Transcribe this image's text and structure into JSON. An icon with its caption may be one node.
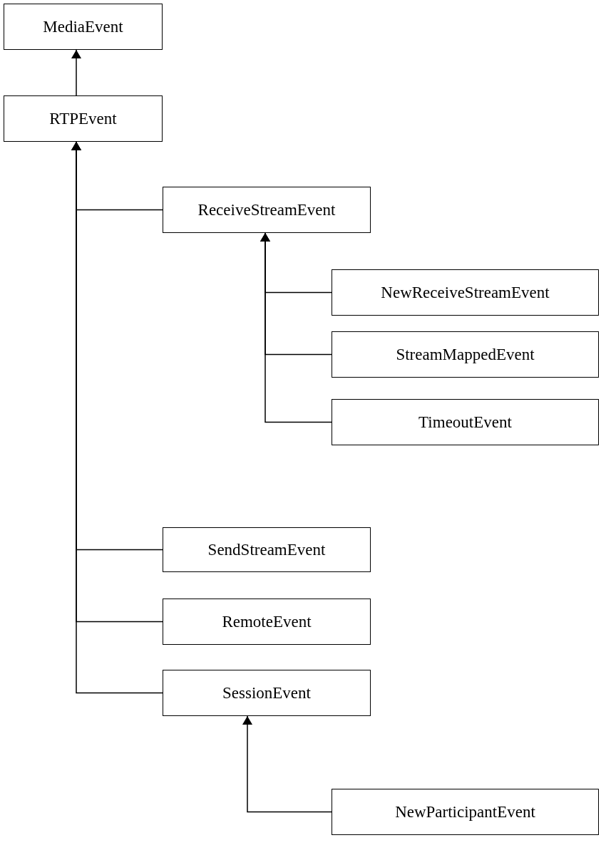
{
  "diagram": {
    "nodes": [
      {
        "text": [
          "MediaEvent"
        ]
      },
      {
        "text": [
          "RTPEvent"
        ]
      },
      {
        "text": [
          "ReceiveStreamEvent"
        ]
      },
      {
        "text": [
          "NewReceiveStreamEvent"
        ]
      },
      {
        "text": [
          "StreamMappedEvent"
        ]
      },
      {
        "text": [
          "TimeoutEvent"
        ]
      },
      {
        "text": [
          "SendStreamEvent"
        ]
      },
      {
        "text": [
          "RemoteEvent"
        ]
      },
      {
        "text": [
          "SessionEvent"
        ]
      },
      {
        "text": [
          "NewParticipantEvent"
        ]
      }
    ],
    "edges": [
      {
        "from": 1,
        "to": 0,
        "arrow": "to"
      },
      {
        "from": 2,
        "to": 1,
        "arrow": "to"
      },
      {
        "from": 3,
        "to": 2,
        "arrow": "to"
      },
      {
        "from": 4,
        "to": 2,
        "arrow": "to"
      },
      {
        "from": 5,
        "to": 2,
        "arrow": "to"
      },
      {
        "from": 6,
        "to": 1,
        "arrow": "to"
      },
      {
        "from": 7,
        "to": 1,
        "arrow": "to"
      },
      {
        "from": 8,
        "to": 1,
        "arrow": "to"
      },
      {
        "from": 9,
        "to": 8,
        "arrow": "to"
      }
    ]
  }
}
